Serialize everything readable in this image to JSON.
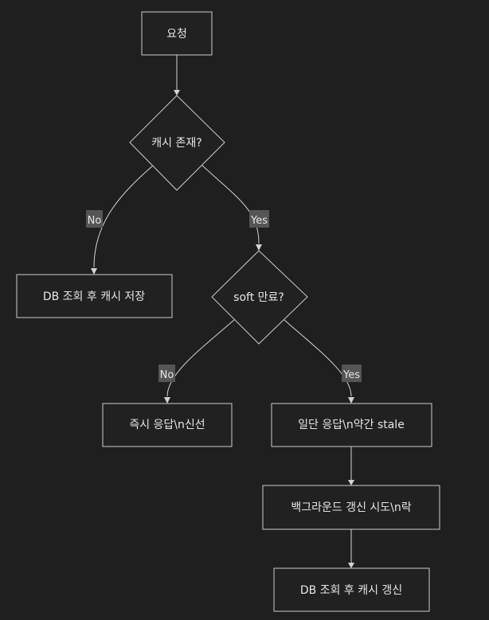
{
  "nodes": {
    "request": "요청",
    "cache_exists": "캐시 존재?",
    "db_query_store": "DB 조회 후 캐시 저장",
    "soft_expired": "soft 만료?",
    "respond_fresh": "즉시 응답\\n신선",
    "respond_stale": "일단 응답\\n약간 stale",
    "background_refresh": "백그라운드 갱신 시도\\n락",
    "db_query_update": "DB 조회 후 캐시 갱신"
  },
  "edge_labels": {
    "cache_no": "No",
    "cache_yes": "Yes",
    "soft_no": "No",
    "soft_yes": "Yes"
  },
  "colors": {
    "background": "#1f1f1f",
    "node_fill": "#212121",
    "node_stroke": "#cccccc",
    "edge": "#d4d4d4",
    "label_bg": "#555555",
    "text": "#e6e6e6"
  }
}
